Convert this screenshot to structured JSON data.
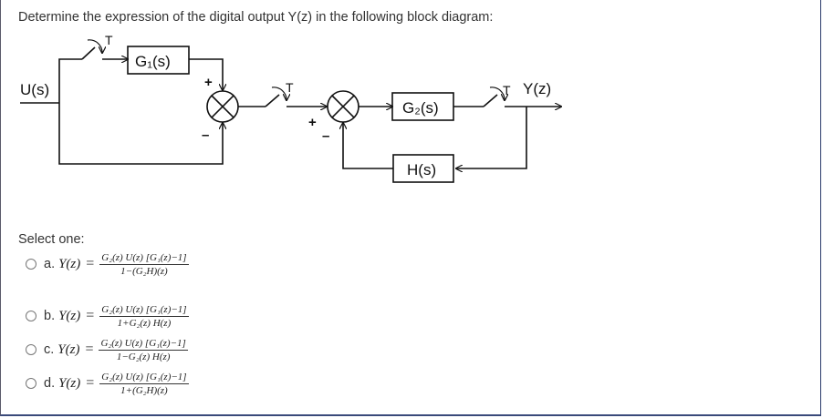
{
  "question": "Determine the expression of the digital output Y(z) in the following block diagram:",
  "diagram": {
    "input_label": "U(s)",
    "output_label": "Y(z)",
    "blocks": {
      "g1": "G₁(s)",
      "g2": "G₂(s)",
      "h": "H(s)"
    },
    "sampler_label": "T",
    "signs": {
      "plus": "+",
      "minus": "–"
    }
  },
  "select_label": "Select one:",
  "options": [
    {
      "letter": "a.",
      "lhs": "Y(z)",
      "eq": "=",
      "numerator": "G₂(z) U(z) [G₁(z)−1]",
      "denominator": "1−(G₂H)(z)"
    },
    {
      "letter": "b.",
      "lhs": "Y(z)",
      "eq": "=",
      "numerator": "G₂(z) U(z) [G₁(z)−1]",
      "denominator": "1+G₂(z) H(z)"
    },
    {
      "letter": "c.",
      "lhs": "Y(z)",
      "eq": "=",
      "numerator": "G₂(z) U(z) [G₁(z)−1]",
      "denominator": "1−G₂(z) H(z)"
    },
    {
      "letter": "d.",
      "lhs": "Y(z)",
      "eq": "=",
      "numerator": "G₂(z) U(z) [G₁(z)−1]",
      "denominator": "1+(G₂H)(z)"
    }
  ]
}
